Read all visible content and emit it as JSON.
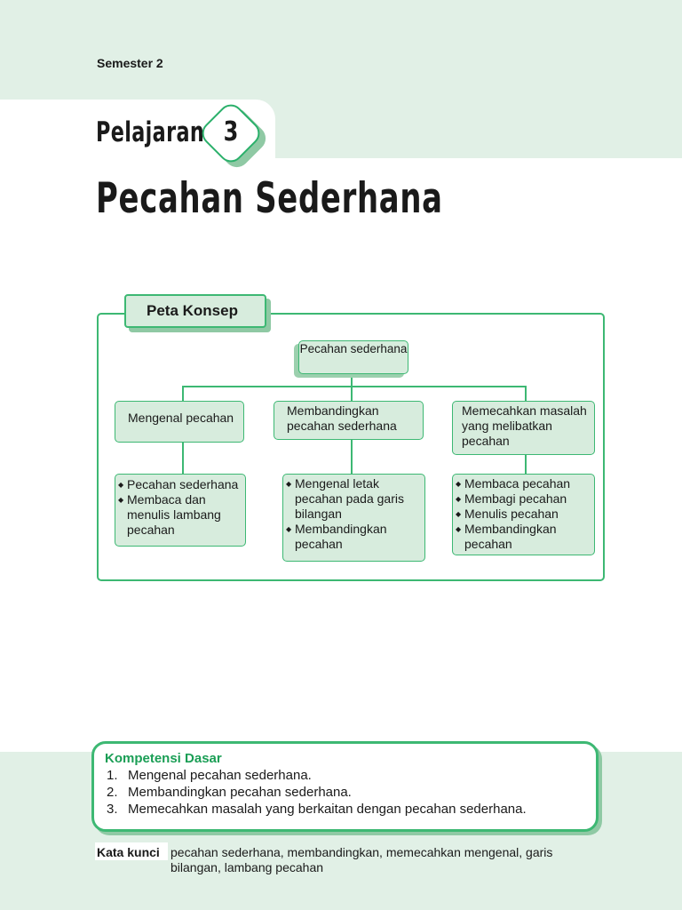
{
  "header": {
    "semester": "Semester 2",
    "lesson_label": "Pelajaran",
    "lesson_number": "3",
    "chapter_title": "Pecahan Sederhana"
  },
  "concept_map": {
    "label": "Peta Konsep",
    "root": "Pecahan sederhana",
    "branches": [
      {
        "title": "Mengenal pecahan",
        "items": [
          "Pecahan sederhana",
          "Membaca dan menulis lambang pecahan"
        ]
      },
      {
        "title": "Membandingkan pecahan sederhana",
        "items": [
          "Mengenal letak pecahan pada garis bilangan",
          "Membandingkan pecahan"
        ]
      },
      {
        "title": "Memecahkan masalah yang melibatkan pecahan",
        "items": [
          "Membaca pecahan",
          "Membagi pecahan",
          "Menulis pecahan",
          "Membandingkan pecahan"
        ]
      }
    ]
  },
  "competencies": {
    "title": "Kompetensi Dasar",
    "items": [
      {
        "num": "1.",
        "text": "Mengenal pecahan sederhana."
      },
      {
        "num": "2.",
        "text": "Membandingkan pecahan sederhana."
      },
      {
        "num": "3.",
        "text": "Memecahkan masalah yang berkaitan dengan pecahan sederhana."
      }
    ]
  },
  "keywords": {
    "label": "Kata kunci",
    "text": "pecahan sederhana, membandingkan, memecahkan mengenal, garis bilangan, lambang pecahan"
  },
  "colors": {
    "accent_green": "#3db873",
    "pale_green": "#e1f0e6",
    "node_fill": "#d7ecdd",
    "heading_green": "#1a9e55"
  }
}
